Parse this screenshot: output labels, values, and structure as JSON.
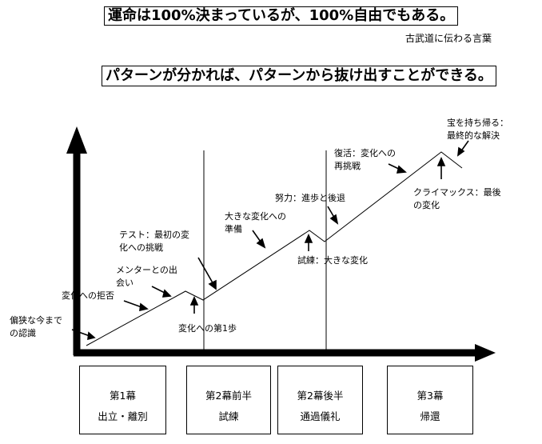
{
  "title_main": "運命は100%決まっているが、100%自由でもある。",
  "title_source": "古武道に伝わる言葉",
  "title_second": "パターンが分かれば、パターンから抜け出すことができる。",
  "labels": {
    "a": [
      "偏狭な今まで",
      "の認識"
    ],
    "b": [
      "変化への拒否"
    ],
    "c": [
      "メンターとの出",
      "会い"
    ],
    "d": [
      "テスト：最初の変",
      "化への挑戦"
    ],
    "e": [
      "変化への第1歩"
    ],
    "f": [
      "大きな変化への",
      "準備"
    ],
    "g": [
      "努力：進歩と後退"
    ],
    "h": [
      "試練：大きな変化"
    ],
    "i": [
      "復活：変化への",
      "再挑戦"
    ],
    "j": [
      "宝を持ち帰る：",
      "最終的な解決"
    ],
    "k": [
      "クライマックス：最後",
      "の変化"
    ]
  },
  "stages": [
    {
      "line1": "第1幕",
      "line2": "出立・離別"
    },
    {
      "line1": "第2幕前半",
      "line2": "試練"
    },
    {
      "line1": "第2幕後半",
      "line2": "通過儀礼"
    },
    {
      "line1": "第3幕",
      "line2": "帰還"
    }
  ]
}
